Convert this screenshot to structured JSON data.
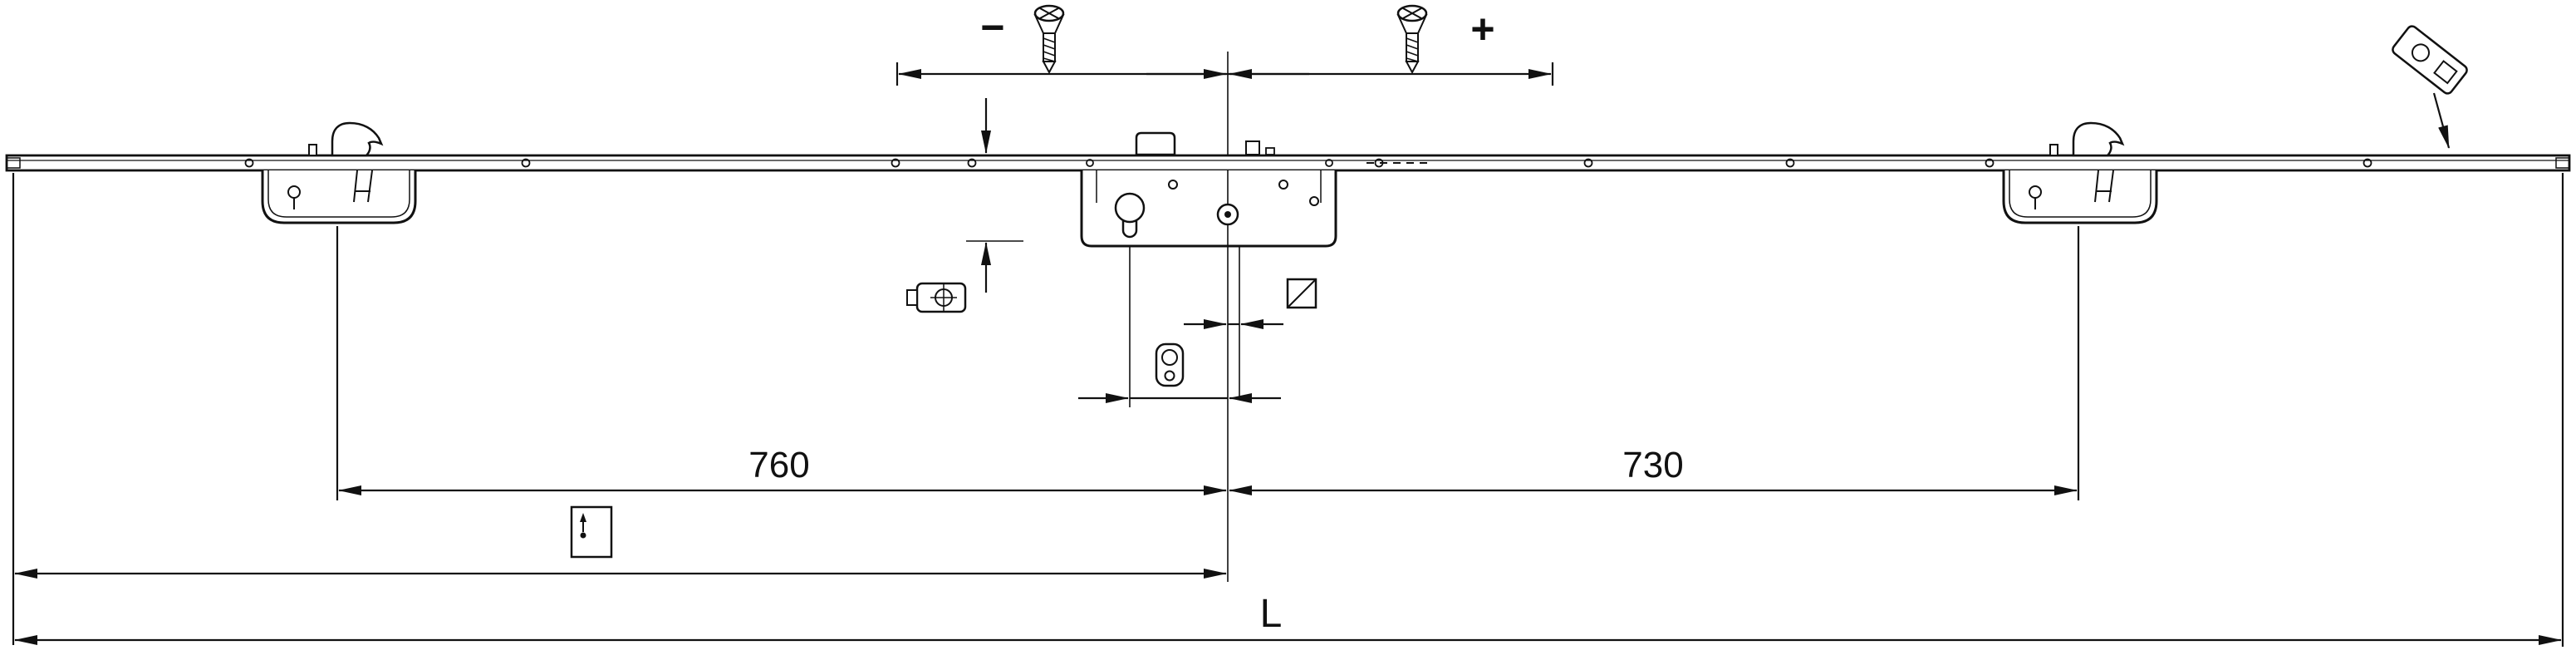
{
  "title": "multipoint-lock-technical-drawing",
  "colors": {
    "line": "#111111",
    "background": "#ffffff"
  },
  "labels": {
    "adjust_minus": "−",
    "adjust_plus": "+",
    "dim_left": "760",
    "dim_right": "730",
    "dim_total": "L"
  },
  "dimensions": {
    "left_handle_to_center": "760",
    "center_to_right_handle": "730",
    "total_length_label": "L"
  },
  "icons": {
    "left_screw": "adjustment-screw-minus-icon",
    "right_screw": "adjustment-screw-plus-icon",
    "roller_cam": "roller-cam-axis-icon",
    "spindle_square": "spindle-square-icon",
    "cylinder": "profile-cylinder-icon",
    "tilt_window": "tilt-window-icon",
    "corner_part": "corner-part-icon"
  }
}
